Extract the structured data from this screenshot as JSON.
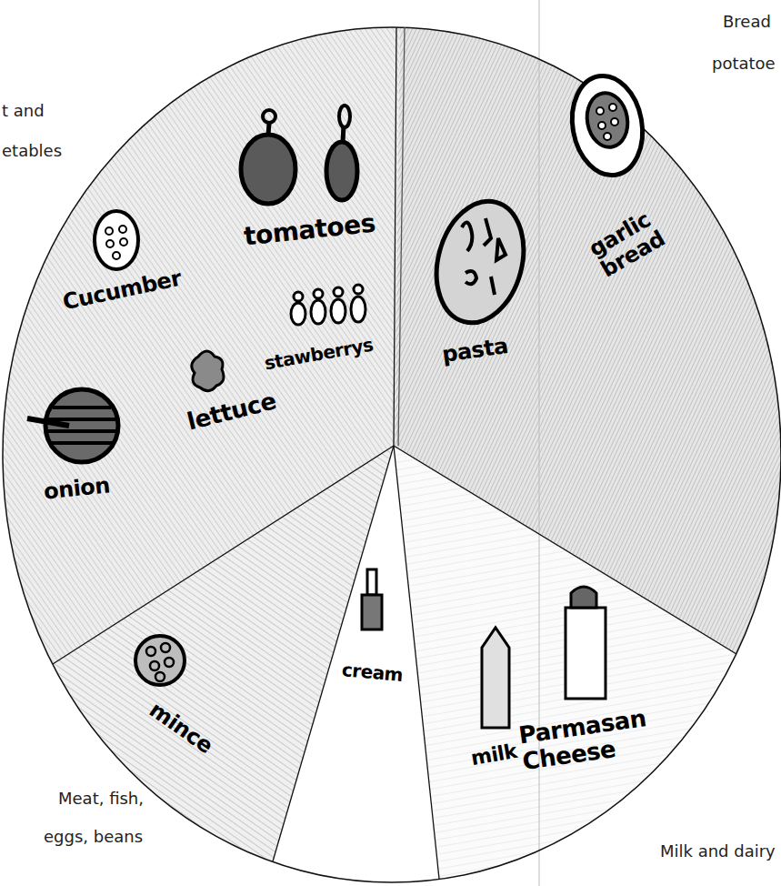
{
  "diagram": {
    "labels": [
      "t and",
      "etables",
      "Bread",
      "potatoe",
      "Meat, fish,",
      "eggs, beans",
      "Milk and dairy",
      "tomatoes",
      "Cucumber",
      "stawberrys",
      "lettuce",
      "onion",
      "pasta",
      "garlic bread",
      "mince",
      "cream",
      "milk",
      "Parmasan Cheese"
    ]
  }
}
